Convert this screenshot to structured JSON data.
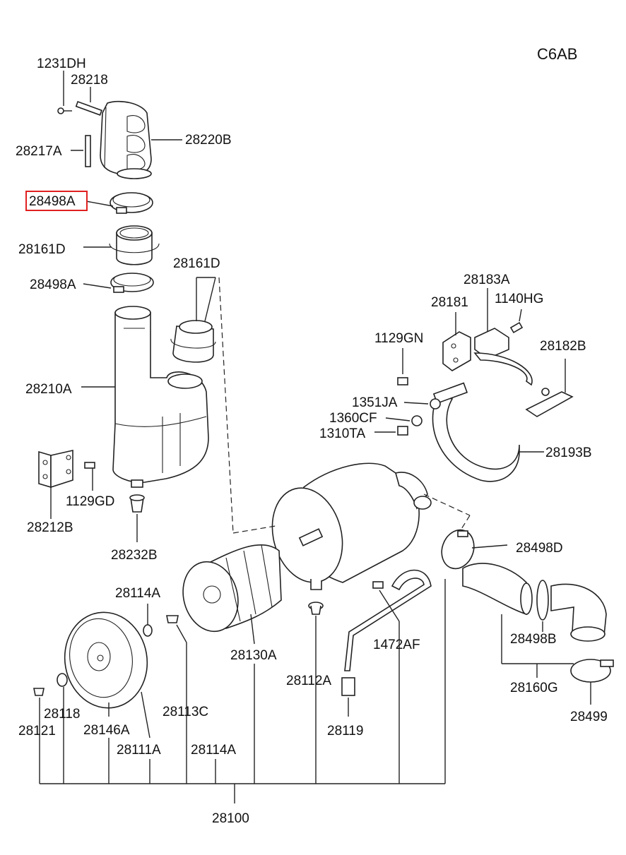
{
  "diagram": {
    "code": "C6AB",
    "highlighted_part": "28498A",
    "labels": {
      "p1231DH": "1231DH",
      "p28218": "28218",
      "p28220B": "28220B",
      "p28217A": "28217A",
      "p28498A_top": "28498A",
      "p28161D_left": "28161D",
      "p28498A_mid": "28498A",
      "p28161D_right": "28161D",
      "p28210A": "28210A",
      "p28212B": "28212B",
      "p1129GD": "1129GD",
      "p28232B": "28232B",
      "p28183A": "28183A",
      "p28181": "28181",
      "p1140HG": "1140HG",
      "p1129GN": "1129GN",
      "p28182B": "28182B",
      "p1351JA": "1351JA",
      "p1360CF": "1360CF",
      "p1310TA": "1310TA",
      "p28193B": "28193B",
      "p28498D": "28498D",
      "p28114A_top": "28114A",
      "p28130A": "28130A",
      "p1472AF": "1472AF",
      "p28112A": "28112A",
      "p28498B": "28498B",
      "p28160G": "28160G",
      "p28113C": "28113C",
      "p28118": "28118",
      "p28121": "28121",
      "p28146A": "28146A",
      "p28111A": "28111A",
      "p28114A_bottom": "28114A",
      "p28119": "28119",
      "p28499": "28499",
      "p28100": "28100"
    }
  }
}
